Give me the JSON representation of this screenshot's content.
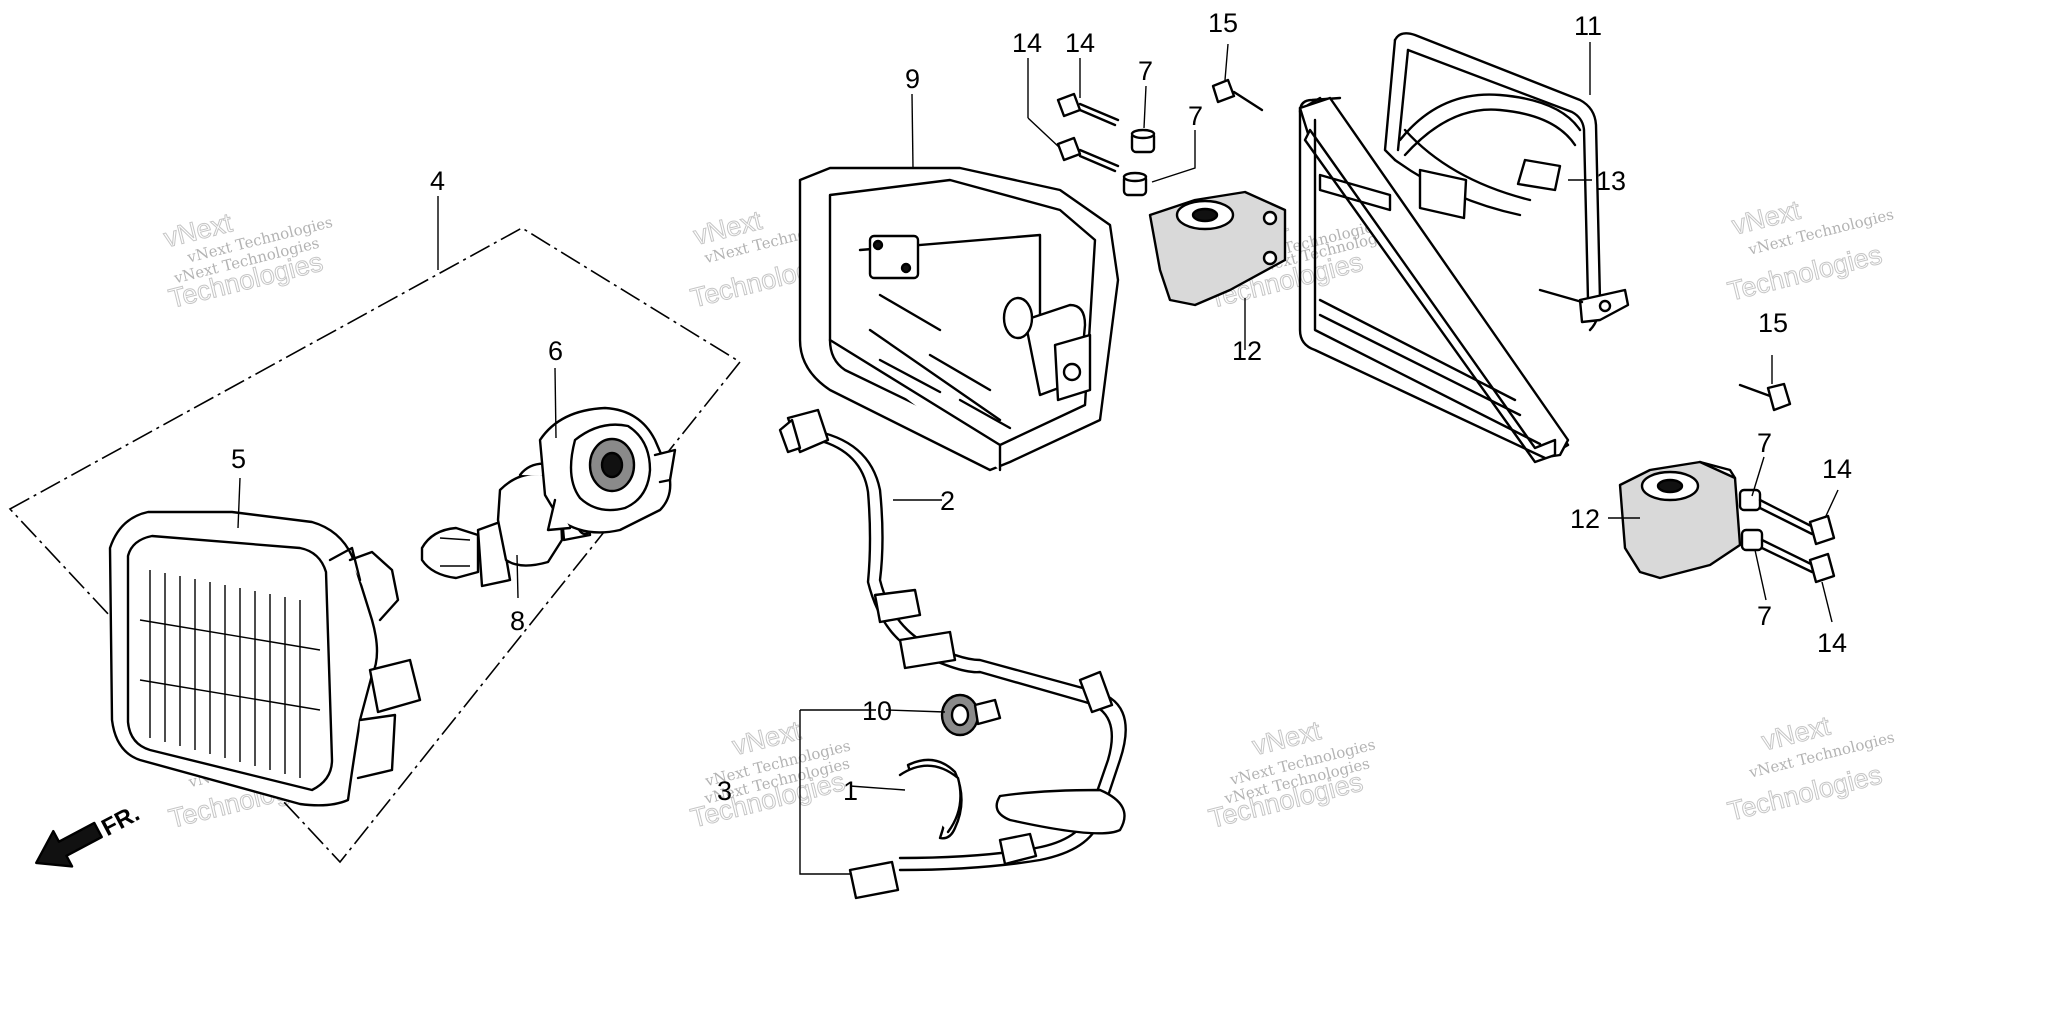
{
  "callouts": {
    "c1": "1",
    "c2": "2",
    "c3": "3",
    "c4": "4",
    "c5": "5",
    "c6": "6",
    "c7a": "7",
    "c7b": "7",
    "c7c": "7",
    "c7d": "7",
    "c8": "8",
    "c9": "9",
    "c10": "10",
    "c11": "11",
    "c12a": "12",
    "c12b": "12",
    "c13": "13",
    "c14a": "14",
    "c14b": "14",
    "c14c": "14",
    "c14d": "14",
    "c15a": "15",
    "c15b": "15"
  },
  "direction_label": "FR.",
  "watermark": {
    "line1": "vNext",
    "line2": "vNext Technologies",
    "line3": "Technologies"
  }
}
